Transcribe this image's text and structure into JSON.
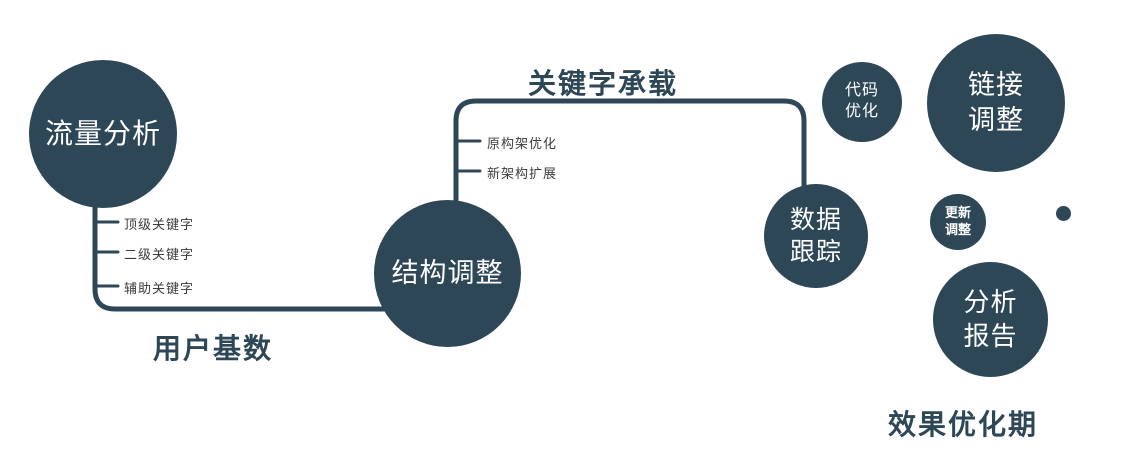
{
  "diagram": {
    "accent": "#2e4757",
    "branch_color": "#3c3c3c",
    "nodes": {
      "traffic": {
        "label": "流量分析"
      },
      "structure": {
        "label": "结构调整"
      },
      "tracking": {
        "line1": "数据",
        "line2": "跟踪"
      },
      "code": {
        "line1": "代码",
        "line2": "优化"
      },
      "link": {
        "line1": "链接",
        "line2": "调整"
      },
      "update": {
        "line1": "更新",
        "line2": "调整"
      },
      "report": {
        "line1": "分析",
        "line2": "报告"
      }
    },
    "branches": {
      "traffic": [
        "顶级关键字",
        "二级关键字",
        "辅助关键字"
      ],
      "structure": [
        "原构架优化",
        "新架构扩展"
      ]
    },
    "edge_labels": {
      "user_base": "用户基数",
      "keyword_carry": "关键字承载"
    },
    "footer": "效果优化期"
  }
}
